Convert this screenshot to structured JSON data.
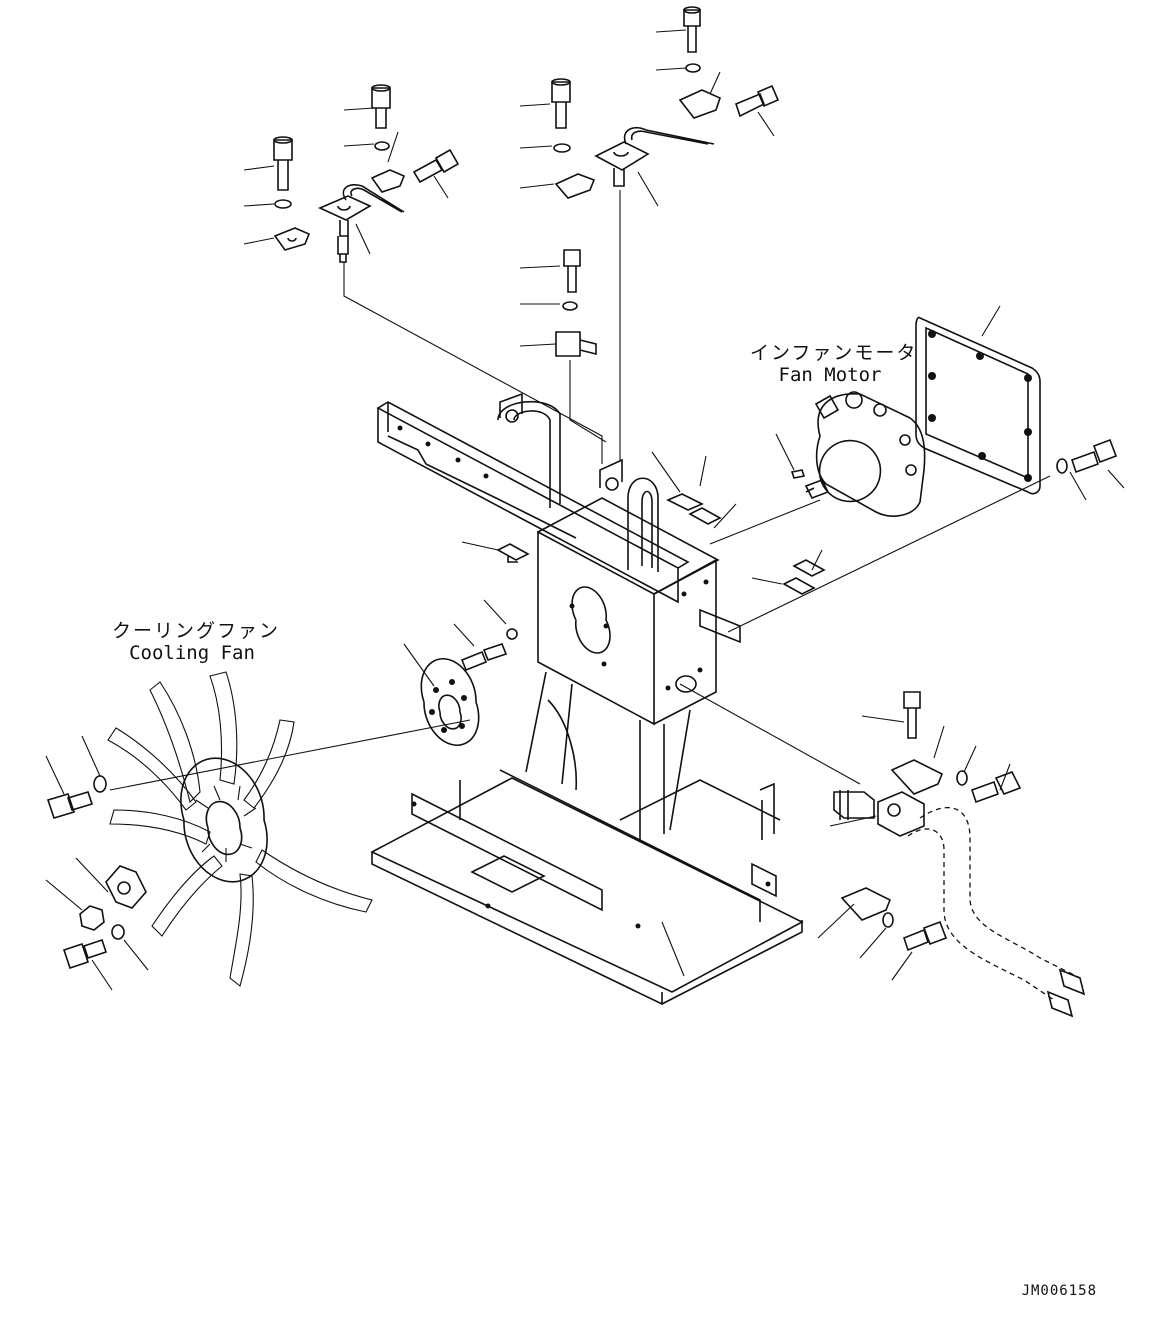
{
  "labels": {
    "fan_motor_jp": "インファンモータ",
    "fan_motor_en": "Fan Motor",
    "cooling_fan_jp": "クーリングファン",
    "cooling_fan_en": "Cooling Fan"
  },
  "drawing_code": "JM006158",
  "line_color": "#111111",
  "background_color": "#ffffff"
}
